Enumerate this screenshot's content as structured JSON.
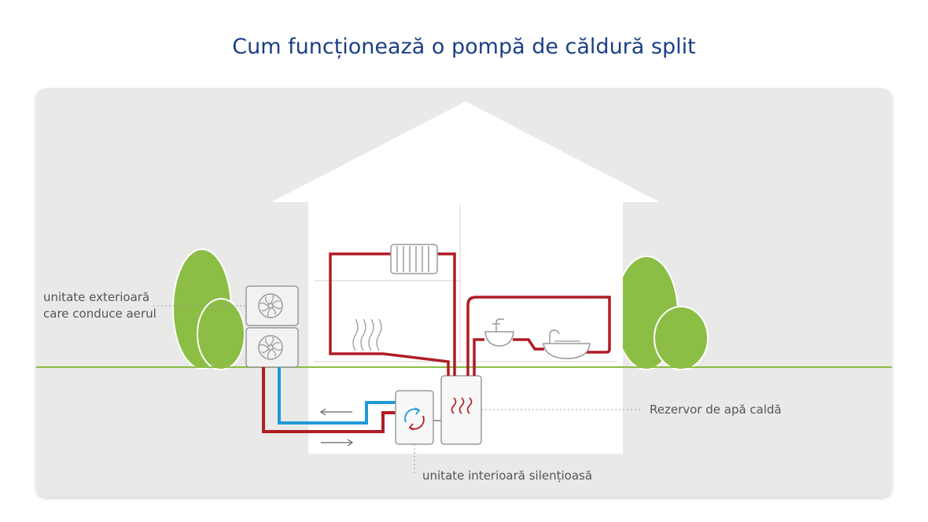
{
  "title": "Cum funcționează o pompă de căldură split",
  "labels": {
    "outdoor_unit_line1": "unitate exterioară",
    "outdoor_unit_line2": "care conduce aerul",
    "tank": "Rezervor de apă caldă",
    "indoor_unit": "unitate interioară silențioasă"
  },
  "colors": {
    "title": "#1b3f86",
    "hot_pipe": "#b01c24",
    "cold_pipe": "#1f9ad6",
    "tree": "#8cbd45",
    "ground_line": "#8cbd45",
    "background_panel": "#e9e9e8"
  }
}
